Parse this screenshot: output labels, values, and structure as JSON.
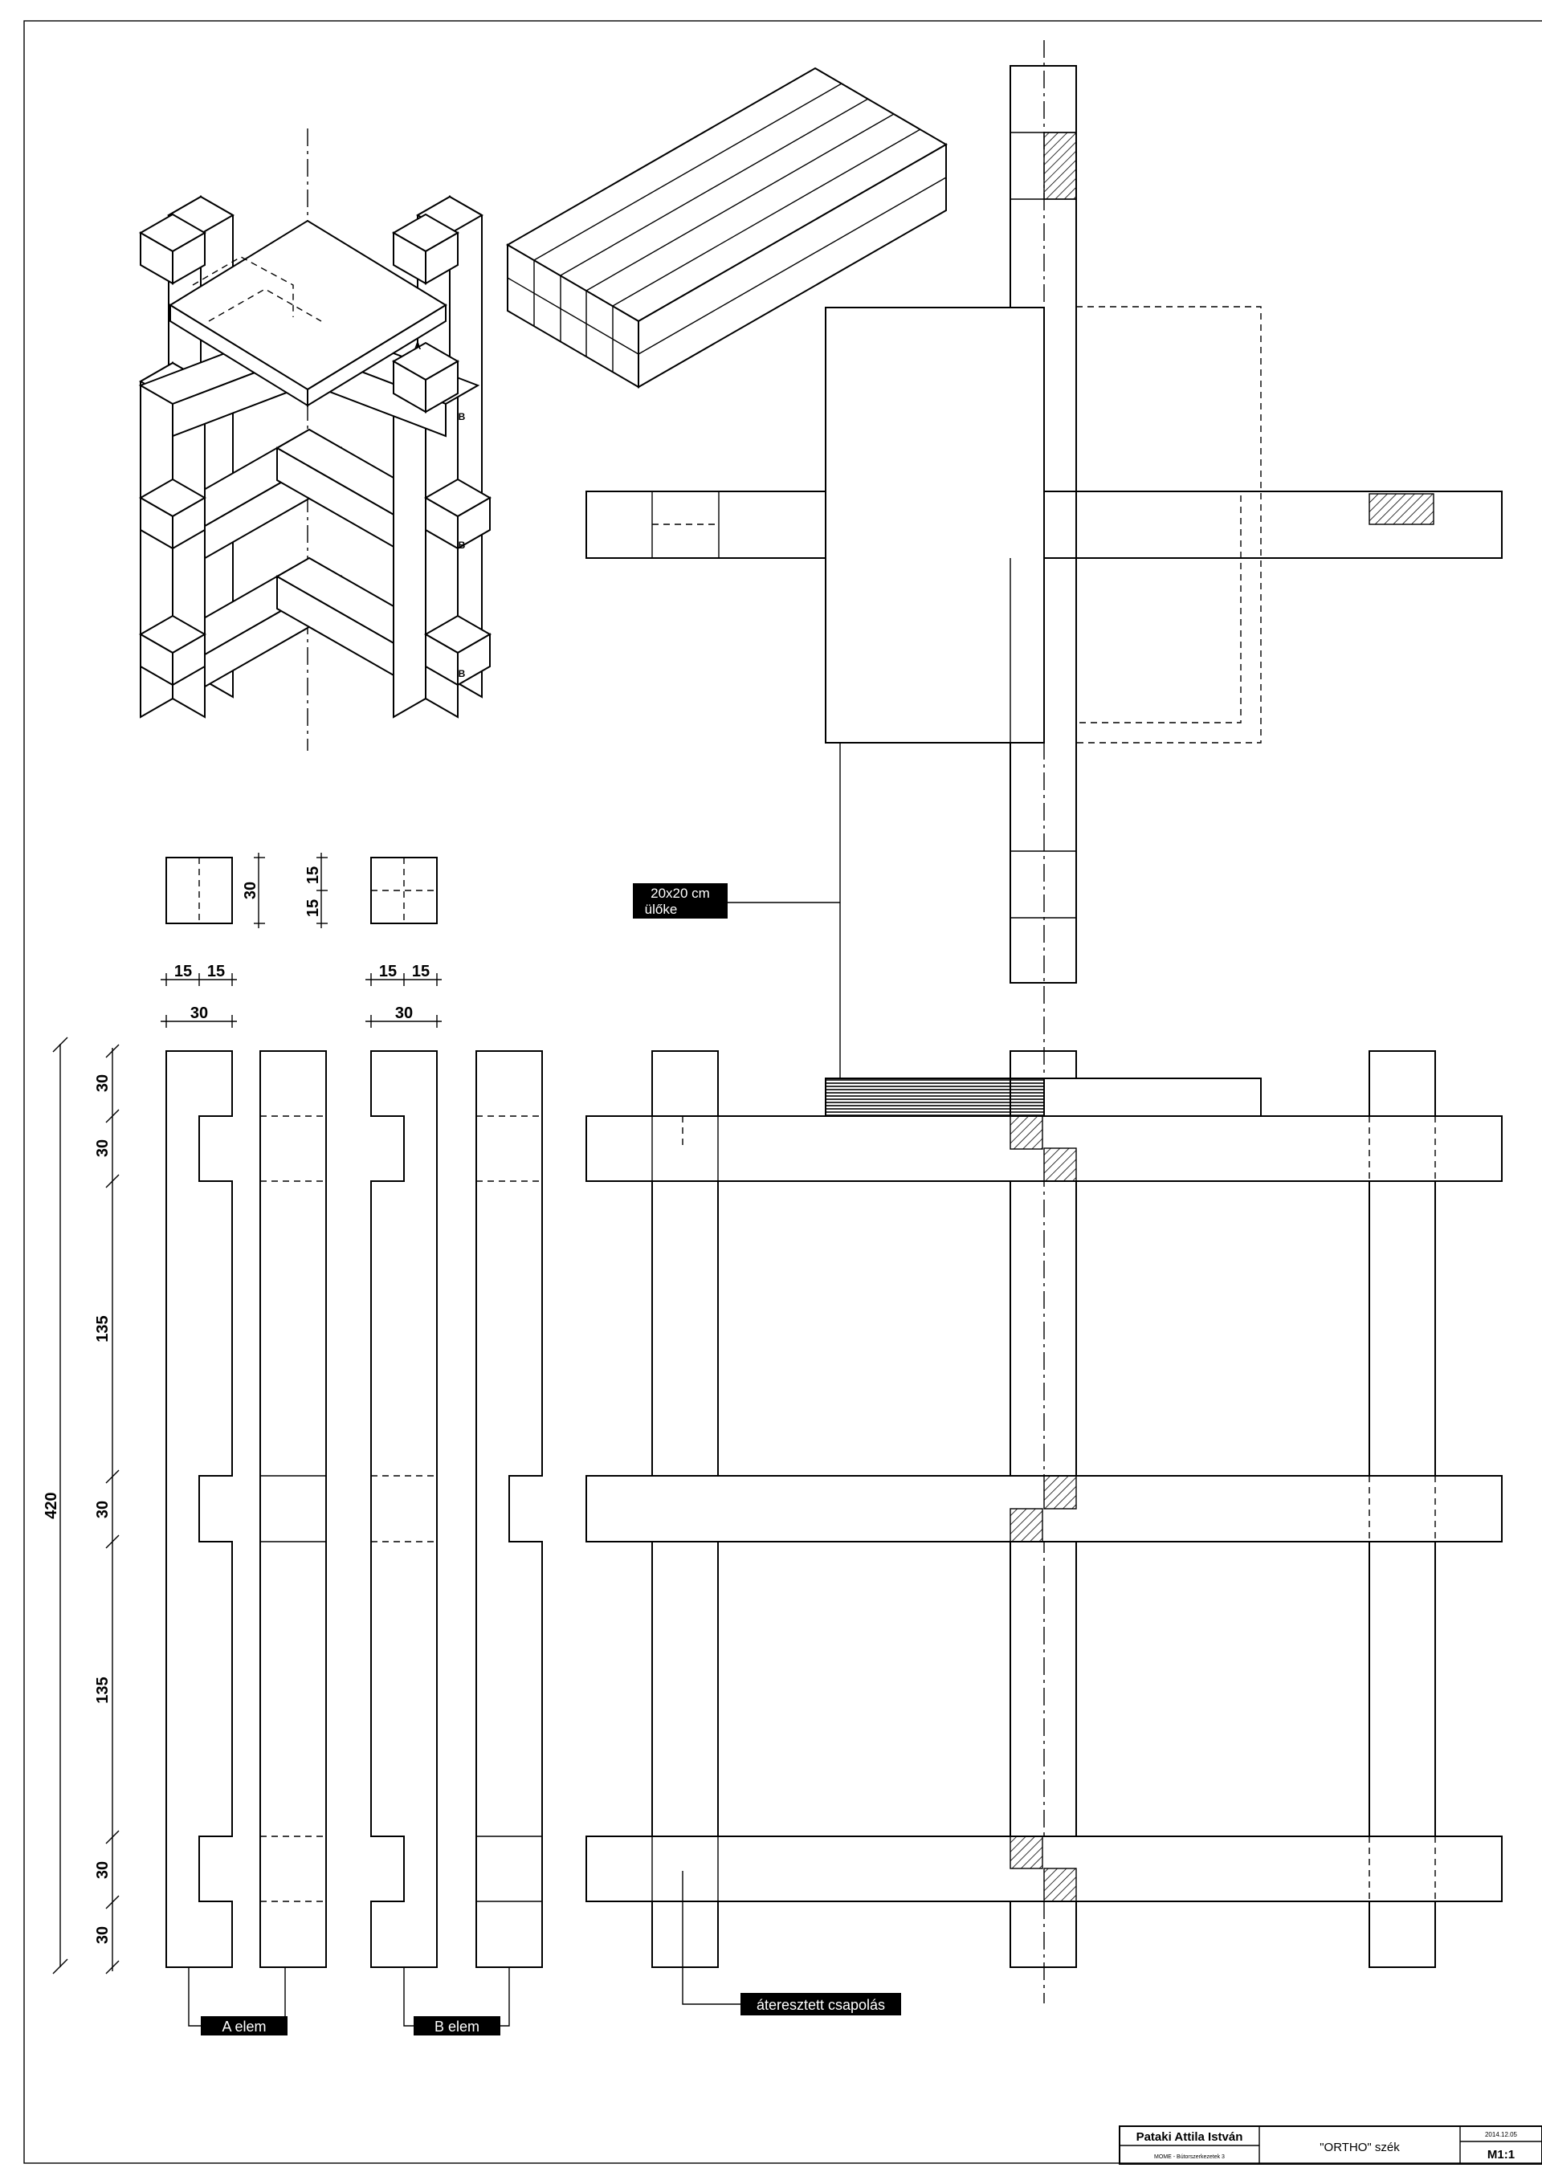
{
  "labels": {
    "seat": "20x20 cm",
    "seat_line2": "ülőke",
    "joint": "áteresztett csapolás",
    "element_a": "A elem",
    "element_b": "B elem",
    "iso_a": "A",
    "iso_b": "B"
  },
  "dimensions": {
    "side": "30",
    "half_a": "15",
    "half_b": "15",
    "width": "30",
    "total_height": "420",
    "segments": [
      "30",
      "30",
      "135",
      "30",
      "135",
      "30",
      "30"
    ]
  },
  "title_block": {
    "author": "Pataki Attila István",
    "school": "MOME - Bútorszerkezetek 3",
    "title": "\"ORTHO\" szék",
    "date": "2014.12.05",
    "scale": "M1:1"
  },
  "colors": {
    "line": "#000000",
    "label_bg": "#000000",
    "label_text": "#ffffff",
    "paper": "#ffffff"
  }
}
